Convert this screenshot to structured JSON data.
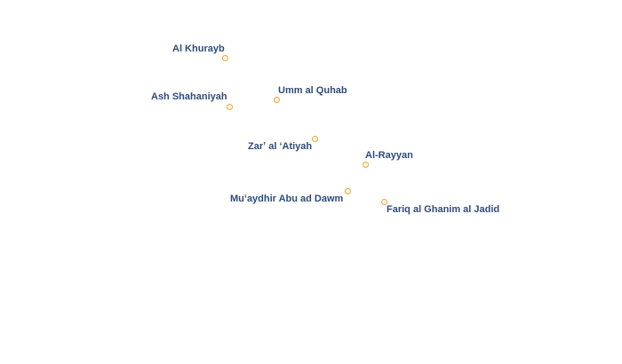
{
  "map": {
    "colors": {
      "label_text": "#2f4b7c",
      "label_halo": "#ffffff",
      "marker_stroke": "#e8a93a",
      "marker_fill": "#fff7e6"
    },
    "places": [
      {
        "id": "al-khurayb",
        "name": "Al Khurayb"
      },
      {
        "id": "ash-shahaniyah",
        "name": "Ash Shahaniyah"
      },
      {
        "id": "umm-al-quhab",
        "name": "Umm al Quhab"
      },
      {
        "id": "zar-al-atiyah",
        "name": "Zarʼ al ʻAtiyah"
      },
      {
        "id": "al-rayyan",
        "name": "Al-Rayyan"
      },
      {
        "id": "muaydhir-abu-ad-dawm",
        "name": "Muʻaydhir Abu ad Dawm"
      },
      {
        "id": "fariq-al-ghanim-al-jadid",
        "name": "Fariq al Ghanim al Jadid"
      }
    ]
  }
}
